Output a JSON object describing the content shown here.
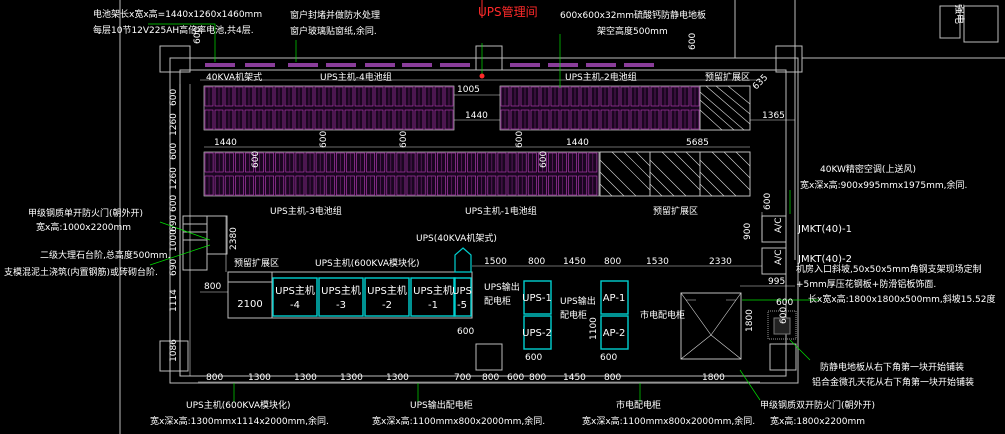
{
  "title": "UPS管理间",
  "colors": {
    "background": "#000000",
    "wall": "#bdbdbd",
    "battery": "#c040c0",
    "cabinet": "#00d0d0",
    "leader": "#00e000",
    "title": "#ff2a2a"
  },
  "notes": {
    "battery_rack_1": "电池架长x宽x高=1440x1260x1460mm",
    "battery_rack_2": "每层10节12V225AH高倍率电池,共4层.",
    "window_1": "窗户封堵并做防水处理",
    "window_2": "窗户玻璃贴窗纸,余同.",
    "floor_1": "600x600x32mm硫酸钙防静电地板",
    "floor_2": "架空高度500mm",
    "side_wall": "强电",
    "ac_1": "40KW精密空调(上送风)",
    "ac_2": "宽x深x高:900x995mmx1975mm,余同.",
    "door_left_1": "甲级钢质单开防火门(朝外开)",
    "door_left_2": "宽x高:1000x2200mm",
    "platform_1": "二级大理石台阶,总高度500mm.",
    "platform_2": "支模混泥土浇筑(内置钢筋)或砖砌台阶.",
    "ramp_1": "机房入口斜坡,50x50x5mm角钢支架现场定制",
    "ramp_2": "+5mm厚压花钢板+防滑铝板饰面.",
    "ramp_3": "长x宽x高:1800x1800x500mm,斜坡15.52度",
    "floor_start_1": "防静电地板从右下角第一块开始铺装",
    "floor_start_2": "铝合金微孔天花从右下角第一块开始铺装",
    "door_right_1": "甲级钢质双开防火门(朝外开)",
    "door_right_2": "宽x高:1800x2200mm",
    "ups_host_1": "UPS主机(600KVA模块化)",
    "ups_host_2": "宽x深x高:1300mmx1114x2000mm,余同.",
    "ups_out_1": "UPS输出配电柜",
    "ups_out_2": "宽x深x高:1100mmx800x2000mm,余同.",
    "city_1": "市电配电柜",
    "city_2": "宽x深x高:1100mmx800x2000mm,余同."
  },
  "groups": {
    "kva40": "40KVA机架式",
    "ups4_top": "UPS主机-4电池组",
    "ups2": "UPS主机-2电池组",
    "reserve_top": "预留扩展区",
    "ups3": "UPS主机-3电池组",
    "ups1": "UPS主机-1电池组",
    "reserve_mid": "预留扩展区",
    "ups40kva": "UPS(40KVA机架式)",
    "reserve_low": "预留扩展区",
    "ups_row": "UPS主机(600KVA模块化)",
    "ups_out_side": "UPS输出配电柜",
    "ups_out_mid": "UPS输出配电柜",
    "city_side": "市电配电柜"
  },
  "cabinets": {
    "ups_hosts": [
      "UPS主机-4",
      "UPS主机-3",
      "UPS主机-2",
      "UPS主机-1"
    ],
    "ups5": "UPS-5",
    "ups_out": [
      "UPS-1",
      "UPS-2"
    ],
    "ap": [
      "AP-1",
      "AP-2"
    ],
    "ac": [
      "A/C",
      "A/C"
    ],
    "ac_names": [
      "JMKT(40)-1",
      "JMKT(40)-2"
    ],
    "space_2100": "2100"
  },
  "dims": {
    "top_600a": "600",
    "top_600b": "600",
    "top_600c": "600",
    "top_1005": "1005",
    "top_1440": "1440",
    "top_1365": "1365",
    "top_635": "635",
    "mid_1440a": "1440",
    "mid_1440b": "1440",
    "mid_5685": "5685",
    "mid_600a": "600",
    "mid_600b": "600",
    "mid_600c": "600",
    "mid_600d": "600",
    "mid_600e": "600",
    "left": [
      "600",
      "1260",
      "600",
      "1260",
      "600",
      "690",
      "1000",
      "690",
      "1114",
      "1086"
    ],
    "l_2380": "2380",
    "l_800": "800",
    "row1": [
      "1500",
      "800",
      "1450",
      "800",
      "1530",
      "2330"
    ],
    "r_995": "995",
    "r_600": "600",
    "r_1800": "1800",
    "r_600b": "600",
    "r_900": "900",
    "c_600a": "600",
    "c_600b": "600",
    "c_1100": "1100",
    "h_600": "600",
    "bottom": [
      "800",
      "1300",
      "1300",
      "1300",
      "1300",
      "700",
      "800",
      "600",
      "800",
      "1450",
      "800",
      "1800"
    ]
  }
}
